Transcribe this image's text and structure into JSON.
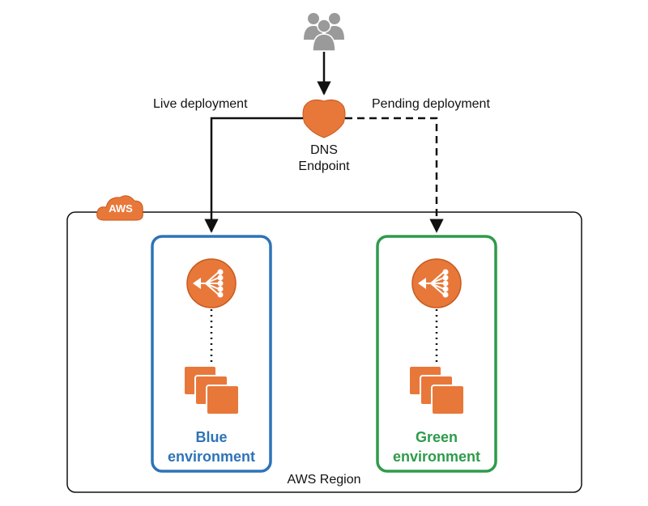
{
  "labels": {
    "live": "Live deployment",
    "pending": "Pending deployment",
    "dns_line1": "DNS",
    "dns_line2": "Endpoint",
    "region": "AWS Region",
    "aws_badge": "AWS"
  },
  "environments": {
    "blue": {
      "line1": "Blue",
      "line2": "environment",
      "color": "#2e73b8"
    },
    "green": {
      "line1": "Green",
      "line2": "environment",
      "color": "#2e9b4b"
    }
  },
  "colors": {
    "orange": "#e8783a",
    "orange_dark": "#c85a1c",
    "users_gray": "#9a9a9a",
    "line": "#111111"
  },
  "icons": {
    "users": "users-icon",
    "dns": "dns-shield-icon",
    "load_balancer": "load-balancer-icon",
    "instances": "instances-icon",
    "cloud": "aws-cloud-icon"
  }
}
